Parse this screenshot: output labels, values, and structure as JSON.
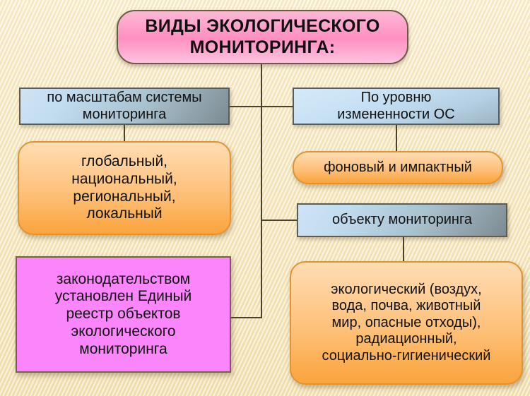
{
  "diagram": {
    "title": "ВИДЫ ЭКОЛОГИЧЕСКОГО МОНИТОРИНГА:",
    "title_lines": [
      "ВИДЫ ЭКОЛОГИЧЕСКОГО",
      "МОНИТОРИНГА:"
    ],
    "background_color": "#f6e7bd",
    "nodes": {
      "scale": {
        "lines": [
          "по масштабам системы",
          "мониторинга"
        ],
        "color": "#a9c2cf",
        "shape": "rectangle"
      },
      "level": {
        "lines": [
          "По уровню",
          "измененности ОС"
        ],
        "color": "#b4cfe3",
        "shape": "rectangle"
      },
      "scale_values": {
        "lines": [
          "глобальный,",
          "национальный,",
          "региональный,",
          "локальный"
        ],
        "color": "#fcab4c",
        "shape": "rounded-rectangle"
      },
      "level_values": {
        "lines": [
          "фоновый и импактный"
        ],
        "color": "#fcab4c",
        "shape": "rounded-rectangle"
      },
      "object": {
        "lines": [
          "объекту мониторинга"
        ],
        "color": "#a9c2cf",
        "shape": "rectangle"
      },
      "object_values": {
        "lines": [
          "экологический (воздух,",
          "вода, почва, животный",
          "мир, опасные отходы),",
          "радиационный,",
          "социально-гигиенический"
        ],
        "color": "#fcab4c",
        "shape": "rounded-rectangle"
      },
      "law": {
        "lines": [
          "законодательством",
          "установлен Единый",
          "реестр объектов",
          "экологического",
          "мониторинга"
        ],
        "color": "#fb85fb",
        "shape": "rectangle"
      }
    }
  }
}
